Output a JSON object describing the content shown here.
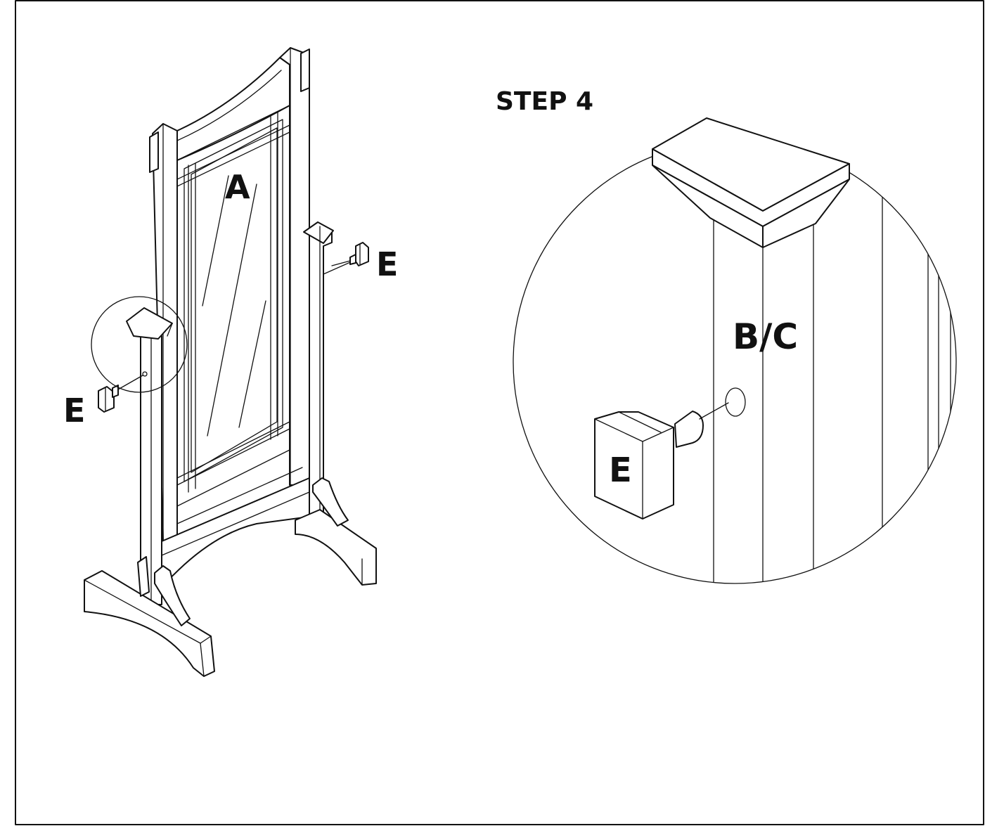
{
  "diagram": {
    "step_title": "STEP 4",
    "labels": {
      "mirror": "A",
      "knob_right": "E",
      "knob_left": "E",
      "detail_post": "B/C",
      "detail_knob": "E"
    }
  },
  "colors": {
    "line": "#111111",
    "background": "#ffffff"
  }
}
